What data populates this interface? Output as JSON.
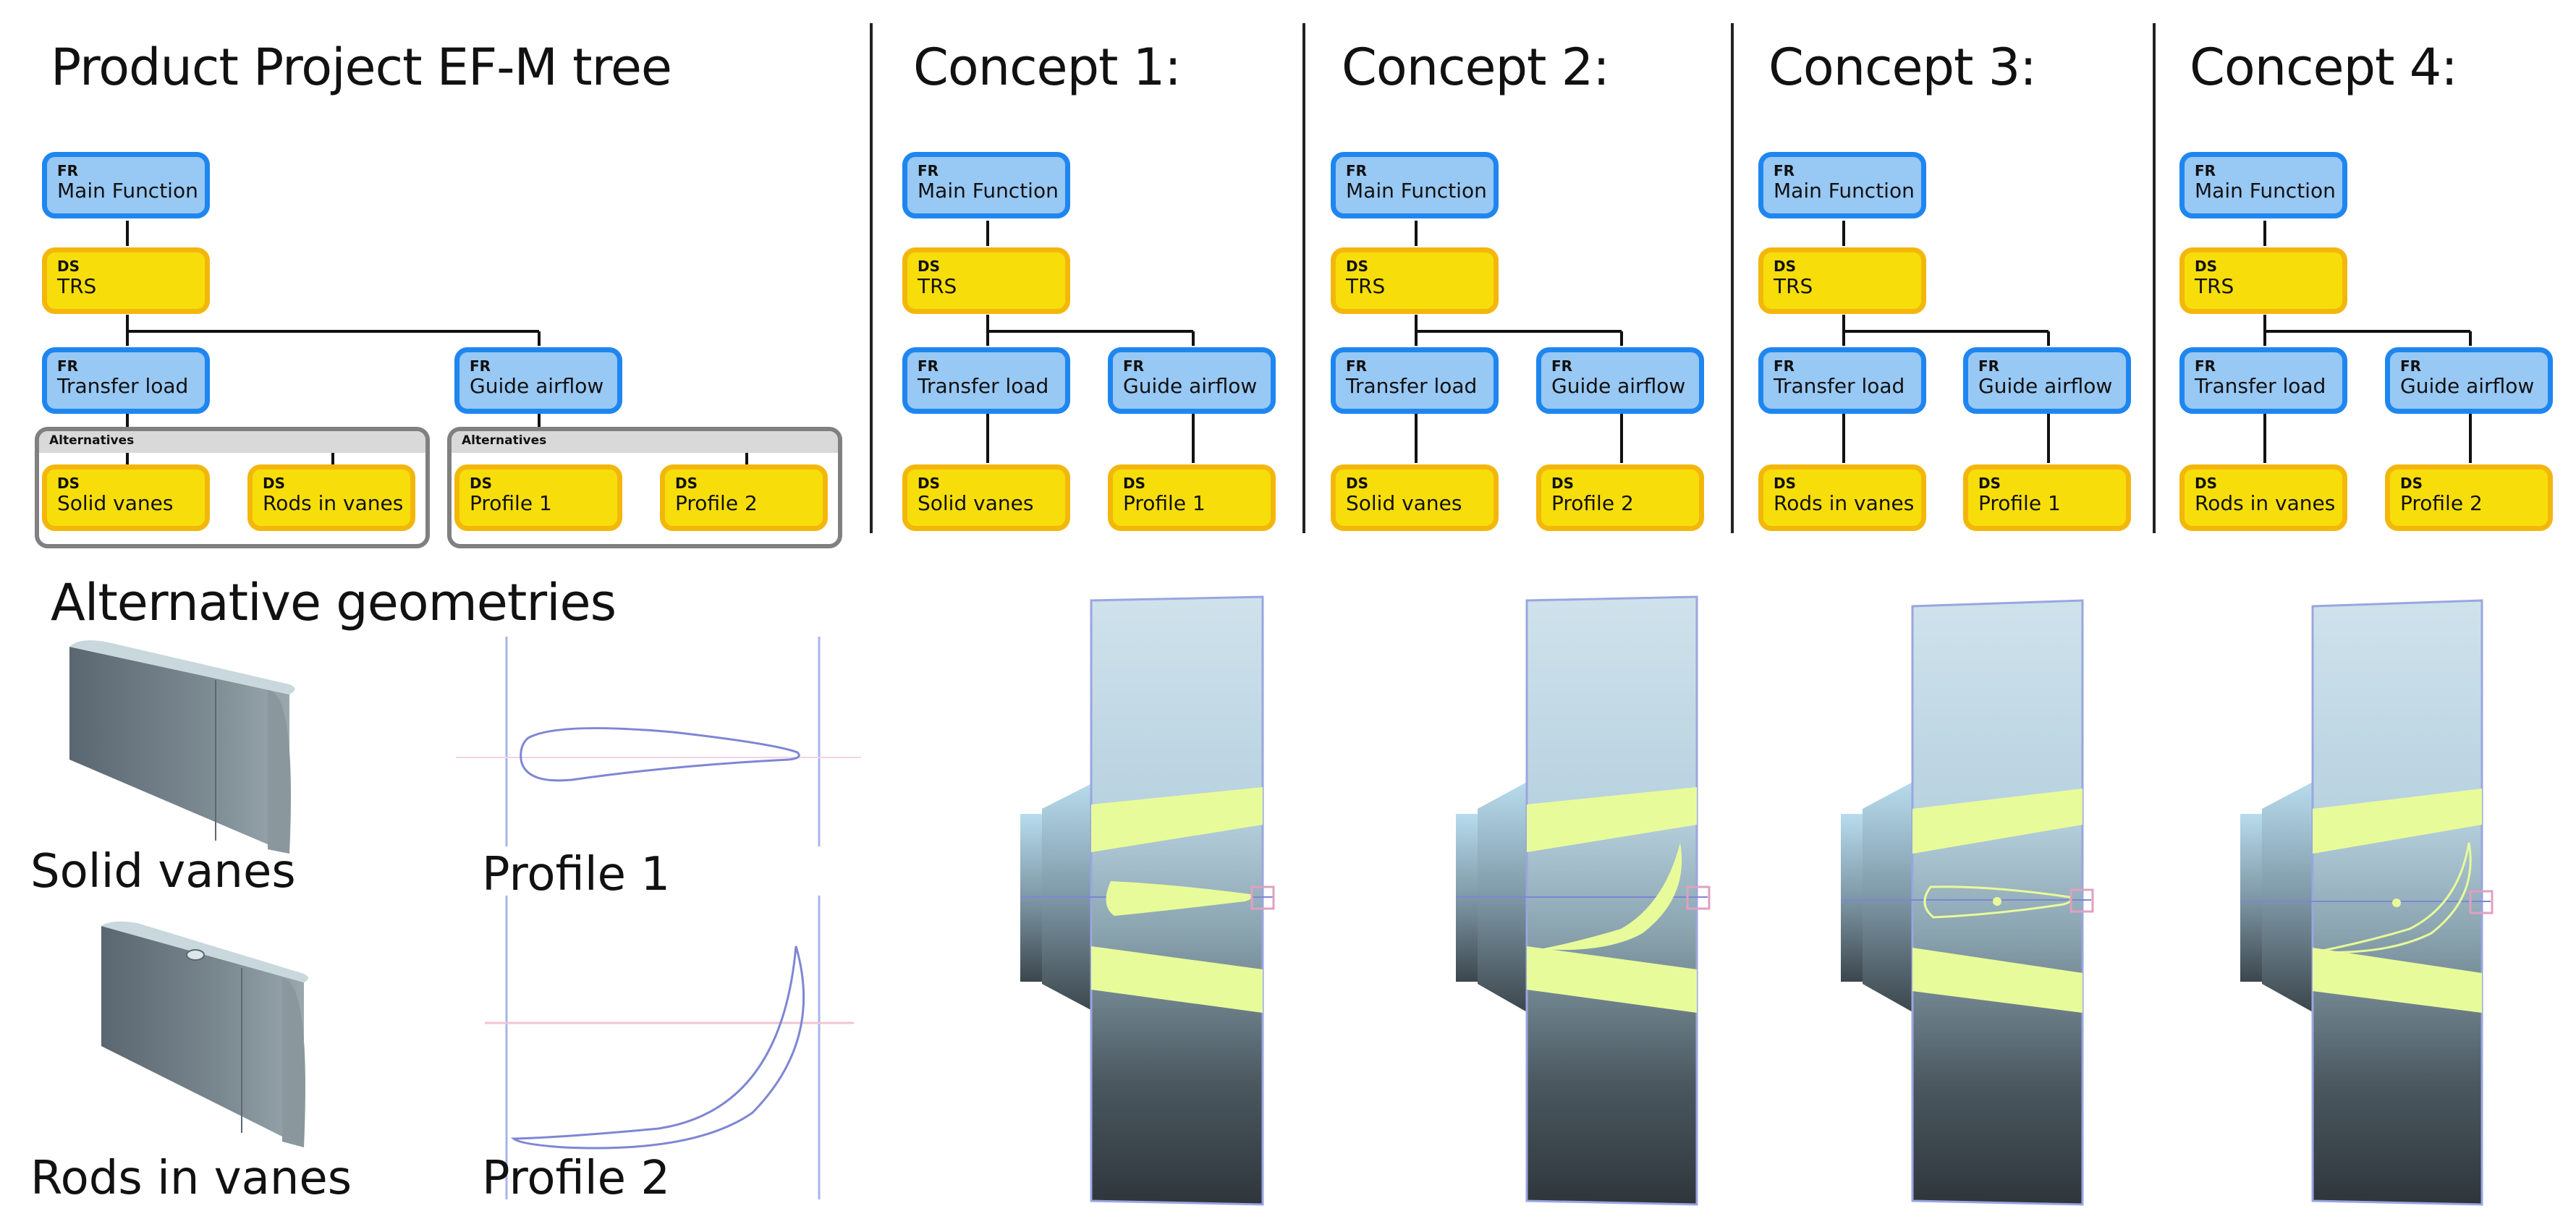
{
  "headings": {
    "tree_title": "Product Project EF-M tree",
    "alt_geometries_title": "Alternative geometries",
    "concepts": [
      "Concept 1:",
      "Concept 2:",
      "Concept 3:",
      "Concept 4:"
    ]
  },
  "node_tags": {
    "fr": "FR",
    "ds": "DS"
  },
  "main_tree": {
    "main_function": "Main Function",
    "trs": "TRS",
    "transfer_load": "Transfer load",
    "guide_airflow": "Guide airflow",
    "alternatives_label": "Alternatives",
    "transfer_load_alternatives": [
      "Solid vanes",
      "Rods in vanes"
    ],
    "guide_airflow_alternatives": [
      "Profile 1",
      "Profile 2"
    ]
  },
  "concept_trees": [
    {
      "main_function": "Main Function",
      "trs": "TRS",
      "transfer_load": "Transfer load",
      "guide_airflow": "Guide airflow",
      "load_solution": "Solid vanes",
      "airflow_solution": "Profile 1"
    },
    {
      "main_function": "Main Function",
      "trs": "TRS",
      "transfer_load": "Transfer load",
      "guide_airflow": "Guide airflow",
      "load_solution": "Solid vanes",
      "airflow_solution": "Profile 2"
    },
    {
      "main_function": "Main Function",
      "trs": "TRS",
      "transfer_load": "Transfer load",
      "guide_airflow": "Guide airflow",
      "load_solution": "Rods in vanes",
      "airflow_solution": "Profile 1"
    },
    {
      "main_function": "Main Function",
      "trs": "TRS",
      "transfer_load": "Transfer load",
      "guide_airflow": "Guide airflow",
      "load_solution": "Rods in vanes",
      "airflow_solution": "Profile 2"
    }
  ],
  "geometry_captions": {
    "solid_vanes": "Solid vanes",
    "rods_in_vanes": "Rods in vanes",
    "profile_1": "Profile 1",
    "profile_2": "Profile 2"
  },
  "colors": {
    "fr_fill": "#98c8f4",
    "fr_border": "#1f86f0",
    "ds_fill": "#f7de0a",
    "ds_border": "#f3b70c",
    "vane_highlight": "#e8fb9a"
  }
}
